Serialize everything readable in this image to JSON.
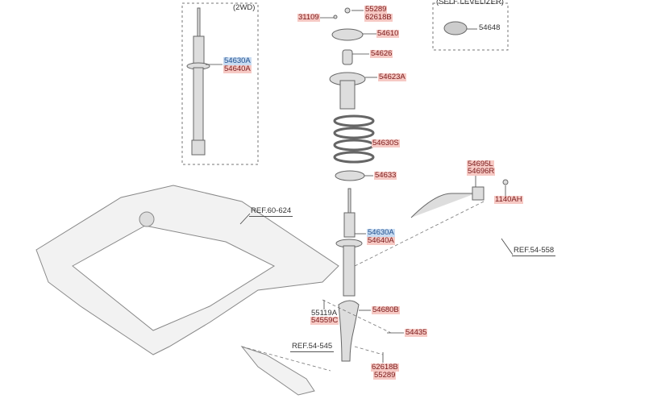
{
  "variants": {
    "two_wd": "(2WD)",
    "self_levelizer": "(SELF LEVELIZER)"
  },
  "parts": {
    "p2wd_strut_a": "54630A",
    "p2wd_strut_b": "54640A",
    "p31109": "31109",
    "p55289_top": "55289",
    "p62618B_top": "62618B",
    "p54610": "54610",
    "p54626": "54626",
    "p54623A": "54623A",
    "p54630S": "54630S",
    "p54633": "54633",
    "p54648": "54648",
    "p54695L": "54695L",
    "p54696R": "54696R",
    "p1140AH": "1140AH",
    "strut_a": "54630A",
    "strut_b": "54640A",
    "p55119A": "55119A",
    "p54559C": "54559C",
    "p54680B": "54680B",
    "p54435": "54435",
    "p62618B_bot": "62618B",
    "p55289_bot": "55289"
  },
  "refs": {
    "subframe": "REF.60-624",
    "stabilizer": "REF.54-558",
    "lower_arm": "REF.54-545"
  }
}
